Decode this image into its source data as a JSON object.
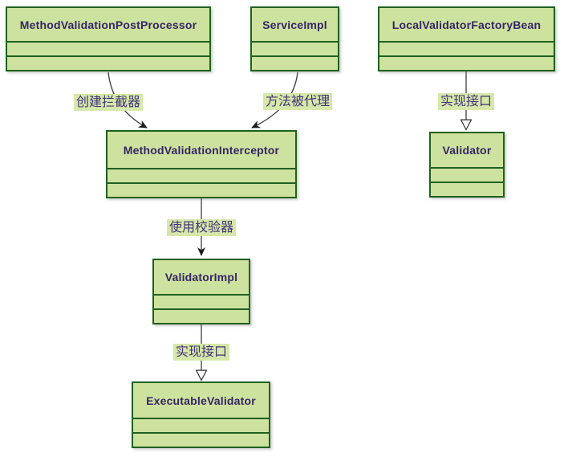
{
  "diagram": {
    "type": "uml-class-diagram",
    "colors": {
      "class_fill": "#cde29e",
      "class_border": "#1f611f",
      "class_name_text": "#342566",
      "edge_label_bg": "#d6e8a9",
      "edge_label_text": "#42327c",
      "edge_line": "#3d3d3d",
      "background": "#ffffff"
    },
    "classes": [
      {
        "name": "MethodValidationPostProcessor",
        "compartments": [
          "",
          ""
        ]
      },
      {
        "name": "ServiceImpl",
        "compartments": [
          "",
          ""
        ]
      },
      {
        "name": "LocalValidatorFactoryBean",
        "compartments": [
          "",
          ""
        ]
      },
      {
        "name": "MethodValidationInterceptor",
        "compartments": [
          "",
          ""
        ]
      },
      {
        "name": "Validator",
        "compartments": [
          "",
          ""
        ]
      },
      {
        "name": "ValidatorImpl",
        "compartments": [
          "",
          ""
        ]
      },
      {
        "name": "ExecutableValidator",
        "compartments": [
          "",
          ""
        ]
      }
    ],
    "edges": [
      {
        "from": "MethodValidationPostProcessor",
        "to": "MethodValidationInterceptor",
        "label": "创建拦截器",
        "type": "dependency-arrow"
      },
      {
        "from": "ServiceImpl",
        "to": "MethodValidationInterceptor",
        "label": "方法被代理",
        "type": "dependency-arrow"
      },
      {
        "from": "LocalValidatorFactoryBean",
        "to": "Validator",
        "label": "实现接口",
        "type": "realization"
      },
      {
        "from": "MethodValidationInterceptor",
        "to": "ValidatorImpl",
        "label": "使用校验器",
        "type": "dependency-arrow"
      },
      {
        "from": "ValidatorImpl",
        "to": "ExecutableValidator",
        "label": "实现接口",
        "type": "realization"
      }
    ]
  }
}
